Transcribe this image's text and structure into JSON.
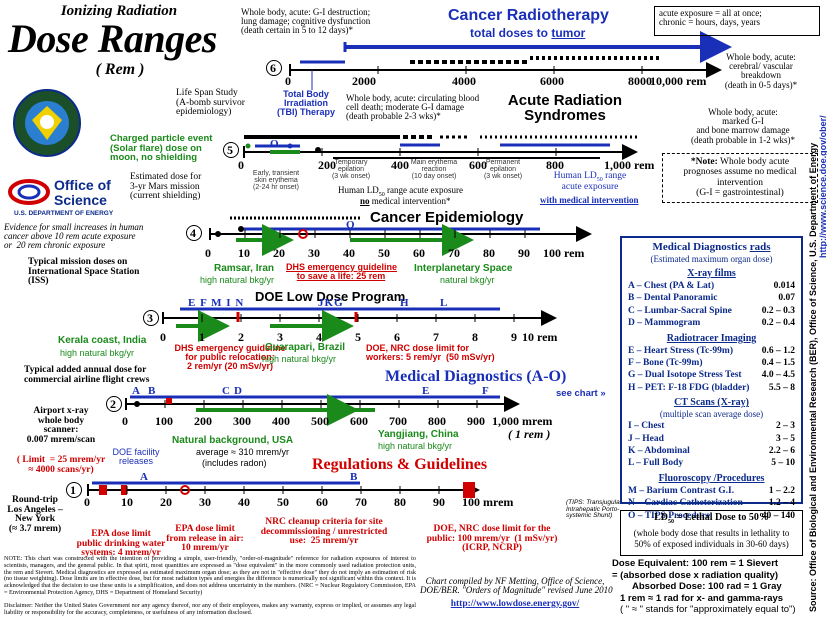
{
  "title": {
    "line1": "Ionizing Radiation",
    "line2": "Dose Ranges",
    "line3": "( Rem )"
  },
  "logos": {
    "office_line1": "Office of",
    "office_line2": "Science",
    "office_sub": "U.S. DEPARTMENT OF ENERGY"
  },
  "colors": {
    "red": "#d00000",
    "green": "#1a8a1a",
    "blue": "#1a2fb8",
    "navy": "#0b2a8a"
  },
  "header_right": {
    "box": "acute exposure = all at once;\nchronic = hours, days, years",
    "cancer_title": "Cancer Radiotherapy",
    "cancer_sub_prefix": "total doses to ",
    "cancer_sub_link": "tumor",
    "gi_text": "Whole body, acute: G-I destruction;\nlung damage; cognitive dysfunction\n(death certain in 5 to 12 days)*",
    "cerebral": "Whole body, acute:\ncerebral/ vascular\nbreakdown\n(death in 0-5 days)*"
  },
  "scale6": {
    "num": "6",
    "ticks": [
      "0",
      "2000",
      "4000",
      "6000",
      "8000",
      "10,000 rem"
    ],
    "tbi": "Total Body\nIrradiation\n(TBI) Therapy",
    "lifespan": "Life Span Study\n(A-bomb survivor\nepidemiology)",
    "circ": "Whole body, acute: circulating blood\ncell death; moderate G-I damage\n(death probable 2-3 wks)*",
    "ars": "Acute Radiation\nSyndromes",
    "marked": "Whole body, acute:\nmarked G-I\nand bone marrow damage\n(death probable in 1-2 wks)*"
  },
  "scale5": {
    "num": "5",
    "ticks": [
      "0",
      "200",
      "400",
      "600",
      "800",
      "1,000 rem"
    ],
    "letter": "O",
    "charged": "Charged particle event\n(Solar flare) dose on\nmoon, no shielding",
    "mars": "Estimated dose for\n3-yr Mars mission\n(current shielding)",
    "early": "Early, transient\nskin erythema\n(2-24 hr onset)",
    "temp": "Temporary\nepilation\n(3 wk onset)",
    "main": "Main erythema\nreaction\n(10 day onset)",
    "perm": "Permanent\nepilation\n(3 wk onset)",
    "ld50_a": "Human LD",
    "ld50_sub": "50",
    "ld50_b": " range acute exposure",
    "ld50_c_u": "no",
    "ld50_c": " medical intervention*",
    "ld50m_a": "Human LD",
    "ld50m_b": " range\nacute exposure",
    "ld50m_c": "with medical intervention",
    "note_head": "*Note:",
    "note_text": " Whole body acute\nprognoses assume no medical\nintervention\n(G-I = gastrointestinal)"
  },
  "scale4": {
    "num": "4",
    "header": "Cancer Epidemiology",
    "ticks": [
      "0",
      "10",
      "20",
      "30",
      "40",
      "50",
      "60",
      "70",
      "80",
      "90",
      "100 rem"
    ],
    "letter": "O",
    "evidence": "Evidence for small increases in human\ncancer above 10 rem acute exposure\nor  20 rem chronic exposure",
    "iss": "Typical mission doses on\nInternational Space Station\n(ISS)",
    "ramsar": "Ramsar, Iran",
    "ramsar2": "high natural bkg/yr",
    "dhs": "DHS emergency guideline\nto save a life: 25 rem",
    "space": "Interplanetary Space",
    "space2": "natural bkg/yr"
  },
  "scale3": {
    "num": "3",
    "header": "DOE Low Dose Program",
    "ticks": [
      "0",
      "1",
      "2",
      "3",
      "4",
      "5",
      "6",
      "7",
      "8",
      "9",
      "10 rem"
    ],
    "letters": [
      "E",
      "F",
      "M",
      "I",
      "N",
      "J",
      "K",
      "G",
      "H",
      "L"
    ],
    "kerala": "Kerala coast, India",
    "kerala2": "high natural bkg/yr",
    "dhs": "DHS emergency guideline\nfor public relocation:\n2 rem/yr (20 mSv/yr)",
    "guarapari": "Guarapari, Brazil",
    "guarapari2": "high natural bkg/yr",
    "doe": "DOE, NRC dose limit for\nworkers: 5 rem/yr  (50 mSv/yr)"
  },
  "scale2": {
    "num": "2",
    "header": "Medical Diagnostics (A-O)",
    "see": "see chart",
    "ticks": [
      "0",
      "100",
      "200",
      "300",
      "400",
      "500",
      "600",
      "700",
      "800",
      "900",
      "1,000 mrem"
    ],
    "unit": "( 1 rem )",
    "letters": [
      "A",
      "B",
      "C",
      "D",
      "E",
      "F"
    ],
    "airline": "Typical added annual dose for\ncommercial airline flight crews",
    "airport": "Airport x-ray\nwhole body\nscanner:\n0.007 mrem/scan",
    "limit": "( Limit  = 25 mrem/yr\n≈ 4000 scans/yr)",
    "natural": "Natural background, USA",
    "natural2": "average ≈ 310 mrem/yr",
    "natural3": "(includes radon)",
    "yangjiang": "Yangjiang, China",
    "yangjiang2": "high natural bkg/yr"
  },
  "scale1": {
    "num": "1",
    "header": "Regulations & Guidelines",
    "ticks": [
      "0",
      "10",
      "20",
      "30",
      "40",
      "50",
      "60",
      "70",
      "80",
      "90",
      "100 mrem"
    ],
    "letters": [
      "A",
      "B"
    ],
    "doe_fac": "DOE facility\nreleases",
    "roundtrip": "Round-trip\nLos Angeles –\nNew York\n(≈ 3.7 mrem)",
    "epa1": "EPA dose limit\npublic drinking water\nsystems: 4 mrem/yr",
    "epa2": "EPA dose limit\nfrom release in air:\n10 mrem/yr",
    "nrc": "NRC cleanup criteria for site\ndecommissioning / unrestricted\nuse:  25 mrem/yr",
    "doenrc": "DOE, NRC dose limit for the\npublic: 100 mrem/yr  (1 mSv/yr)\n(ICRP, NCRP)",
    "tips": "(TIPS: Transjugular\nIntrahepatic Porto-\nsystemic Shunt)"
  },
  "panel": {
    "title_a": "Medical Diagnostics",
    "title_b": "rads",
    "subtitle": "(Estimated maximum organ dose)",
    "xray": "X-ray films",
    "xray_rows": [
      [
        "A – Chest (PA & Lat)",
        "0.014"
      ],
      [
        "B – Dental Panoramic",
        "0.07"
      ],
      [
        "C – Lumbar-Sacral Spine",
        "0.2 – 0.3"
      ],
      [
        "D – Mammogram",
        "0.2 – 0.4"
      ]
    ],
    "tracer": "Radiotracer Imaging",
    "tracer_rows": [
      [
        "E – Heart Stress  (Tc-99m)",
        "0.6 – 1.2"
      ],
      [
        "F – Bone (Tc-99m)",
        "0.4 – 1.5"
      ],
      [
        "G – Dual Isotope Stress Test",
        "4.0 – 4.5"
      ],
      [
        "H – PET:  F-18 FDG (bladder)",
        "5.5 – 8"
      ]
    ],
    "ct": "CT Scans (X-ray)",
    "ct_sub": "(multiple scan average dose)",
    "ct_rows": [
      [
        "I – Chest",
        "2 – 3"
      ],
      [
        "J – Head",
        "3 – 5"
      ],
      [
        "K – Abdominal",
        "2.2 – 6"
      ],
      [
        "L – Full Body",
        "5 – 10"
      ]
    ],
    "fluoro": "Fluoroscopy /Procedures",
    "fluoro_rows": [
      [
        "M – Barium Contrast G.I.",
        "1 – 2.2"
      ],
      [
        "N – Cardiac Catheterization",
        "1.2 – 4"
      ],
      [
        "O – TIPS  Procedure",
        "40 – 140"
      ]
    ]
  },
  "ld50box": {
    "line1_a": "LD",
    "line1_sub": "50",
    "line1_b": " = Lethal Dose to 50%",
    "line2": "(whole body dose that results in lethality to\n50% of exposed individuals in 30-60 days)"
  },
  "equiv": {
    "l1": "Dose Equivalent: 100 rem = 1 Sievert",
    "l2": "= (absorbed dose x radiation quality)",
    "l3": "Absorbed Dose: 100 rad = 1 Gray",
    "l4": "1 rem ≈ 1 rad for x- and gamma-rays",
    "l5": "( \" ≈ \" stands for \"approximately equal to\")"
  },
  "side_text": "Source: Office of Biological and Environmental Research (BER), Office of Science, U.S. Department of Energy",
  "side_link": "http://www.science.doe.gov/ober/",
  "compiled": "Chart compiled by NF Metting, Office of Science,\nDOE/BER. \"Orders of Magnitude\" revised June 2010",
  "compiled_link": "http://www.lowdose.energy.gov/",
  "note": "NOTE: This chart was constructed with the intention of providing a simple, user-friendly, \"order-of-magnitude\" reference for radiation exposures of interest to scientists, managers, and the general public. In that spirit, most quantities are expressed as \"dose equivalent\" in the more commonly used radiation protection units, the rem and Sievert. Medical diagnostics are expressed as estimated maximum organ dose; as they are not in \"effective dose\" they do not imply an estimation of risk (no tissue weighting). Dose limits are in effective dose, but for most radiation types and energies the difference is numerically not significant within this context. It is acknowledged that the decision to use these units is a simplification, and does not address uncertainty in the numbers. (NRC = Nuclear Regulatory Commission, EPA = Environmental Protection Agency, DHS = Department of Homeland Security)",
  "disclaimer": "Disclaimer: Neither the United States Government nor any agency thereof, nor any of their employees, makes any warranty, express or implied, or assumes any legal liability or responsibility for the accuracy, completeness, or usefulness of any information disclosed."
}
